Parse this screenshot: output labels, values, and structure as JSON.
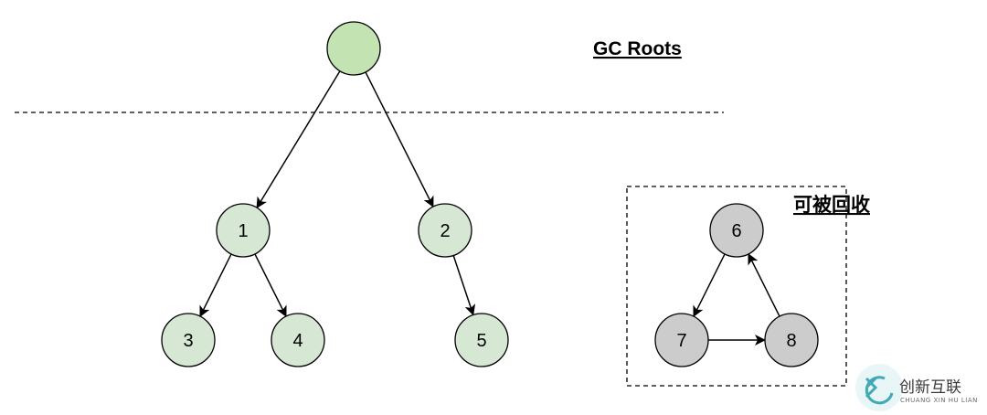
{
  "labels": {
    "gc_roots": "GC Roots",
    "collectable": "可被回收"
  },
  "nodes": [
    {
      "id": "root",
      "text": "",
      "group": "root"
    },
    {
      "id": "n1",
      "text": "1",
      "group": "reachable"
    },
    {
      "id": "n2",
      "text": "2",
      "group": "reachable"
    },
    {
      "id": "n3",
      "text": "3",
      "group": "reachable"
    },
    {
      "id": "n4",
      "text": "4",
      "group": "reachable"
    },
    {
      "id": "n5",
      "text": "5",
      "group": "reachable"
    },
    {
      "id": "n6",
      "text": "6",
      "group": "unreachable"
    },
    {
      "id": "n7",
      "text": "7",
      "group": "unreachable"
    },
    {
      "id": "n8",
      "text": "8",
      "group": "unreachable"
    }
  ],
  "edges": [
    {
      "from": "root",
      "to": "n1"
    },
    {
      "from": "root",
      "to": "n2"
    },
    {
      "from": "n1",
      "to": "n3"
    },
    {
      "from": "n1",
      "to": "n4"
    },
    {
      "from": "n2",
      "to": "n5"
    },
    {
      "from": "n6",
      "to": "n7"
    },
    {
      "from": "n7",
      "to": "n8"
    },
    {
      "from": "n8",
      "to": "n6"
    }
  ],
  "colors": {
    "root_fill": "#c3e4b2",
    "reachable_fill": "#d6e8d4",
    "unreachable_fill": "#cccccc",
    "stroke": "#000000",
    "watermark_accent": "#3fa9b5"
  },
  "watermark": {
    "title": "创新互联",
    "subtitle": "CHUANG XIN HU LIAN"
  }
}
